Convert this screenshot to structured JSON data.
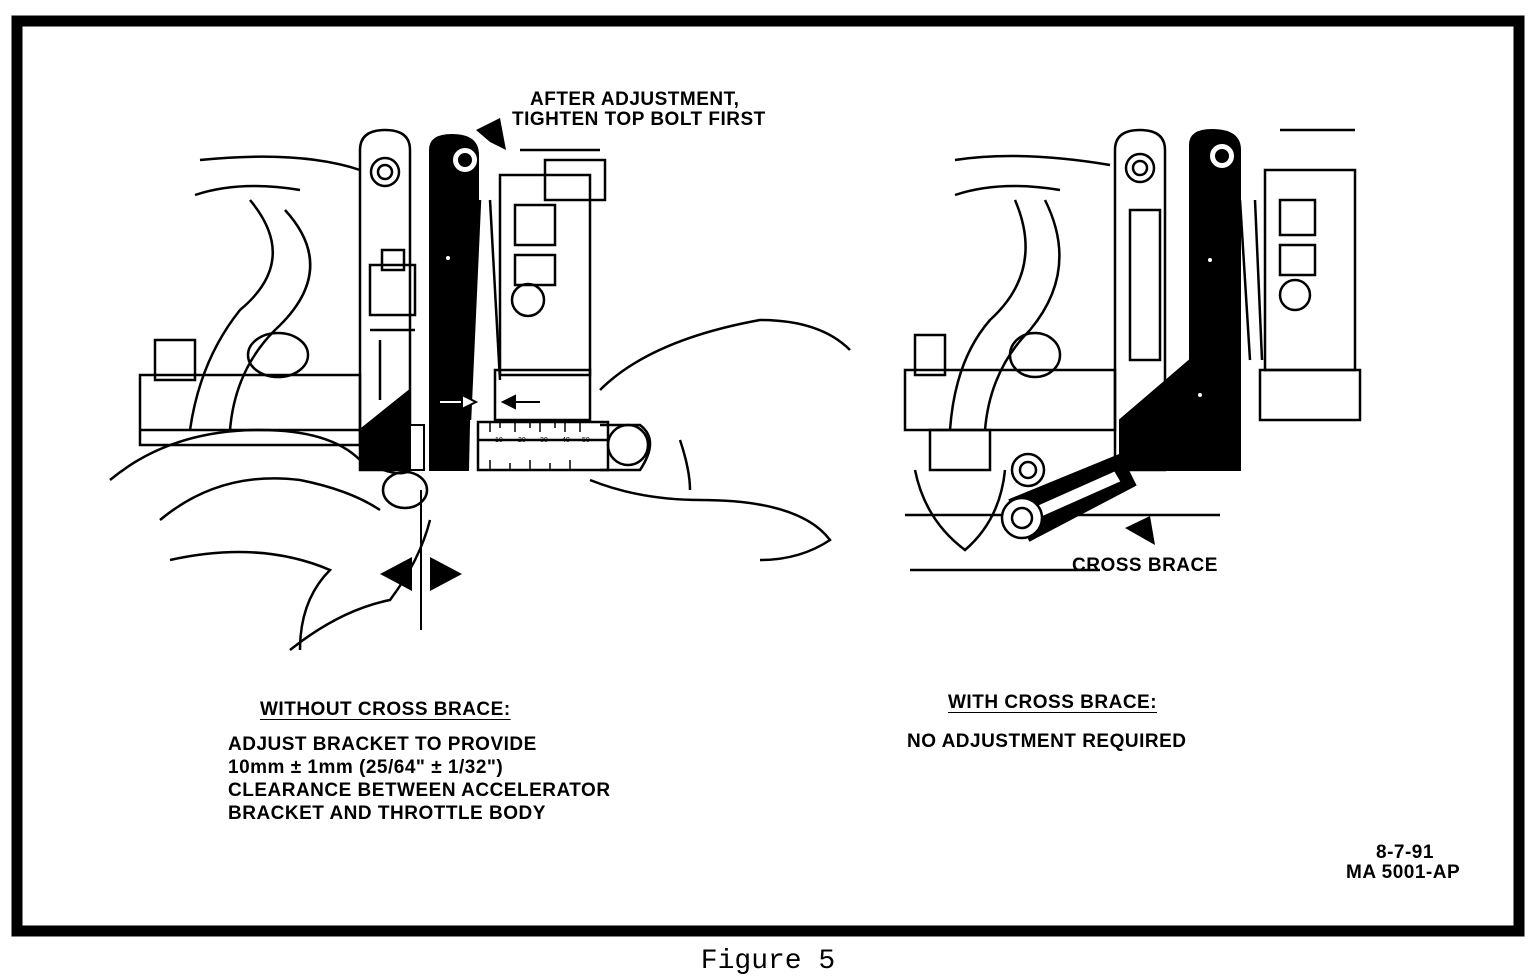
{
  "figure": {
    "caption": "Figure 5",
    "drawing_id_date": "8-7-91",
    "drawing_id_code": "MA 5001-AP"
  },
  "left_panel": {
    "callout_line1": "AFTER ADJUSTMENT,",
    "callout_line2": "TIGHTEN TOP BOLT FIRST",
    "heading": "WITHOUT CROSS BRACE:",
    "note_line1": "ADJUST BRACKET TO PROVIDE",
    "note_line2": "10mm ± 1mm (25/64\" ± 1/32\")",
    "note_line3": "CLEARANCE BETWEEN ACCELERATOR",
    "note_line4": "BRACKET AND THROTTLE BODY",
    "scale_ticks": [
      "10",
      "20",
      "30",
      "40",
      "50"
    ]
  },
  "right_panel": {
    "callout": "CROSS BRACE",
    "heading": "WITH CROSS BRACE:",
    "note": "NO ADJUSTMENT REQUIRED"
  }
}
